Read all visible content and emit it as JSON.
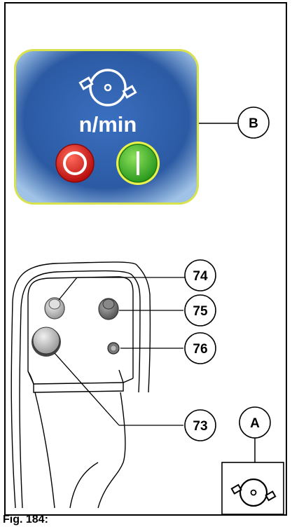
{
  "panel": {
    "rotation_icon": "rotation-speed-icon",
    "speed_unit": "n/min",
    "stop_button_icon": "circle-off-icon",
    "start_button_icon": "bar-on-icon",
    "colors": {
      "panel_blue": "#2f5fa8",
      "panel_border": "#d8d84a",
      "stop": "#d81e1e",
      "start": "#39b52a"
    }
  },
  "callouts": {
    "b": "B",
    "a": "A",
    "c74": "74",
    "c75": "75",
    "c76": "76",
    "c73": "73"
  },
  "inset": {
    "icon": "rotation-speed-icon"
  },
  "caption": "Fig. 184:"
}
